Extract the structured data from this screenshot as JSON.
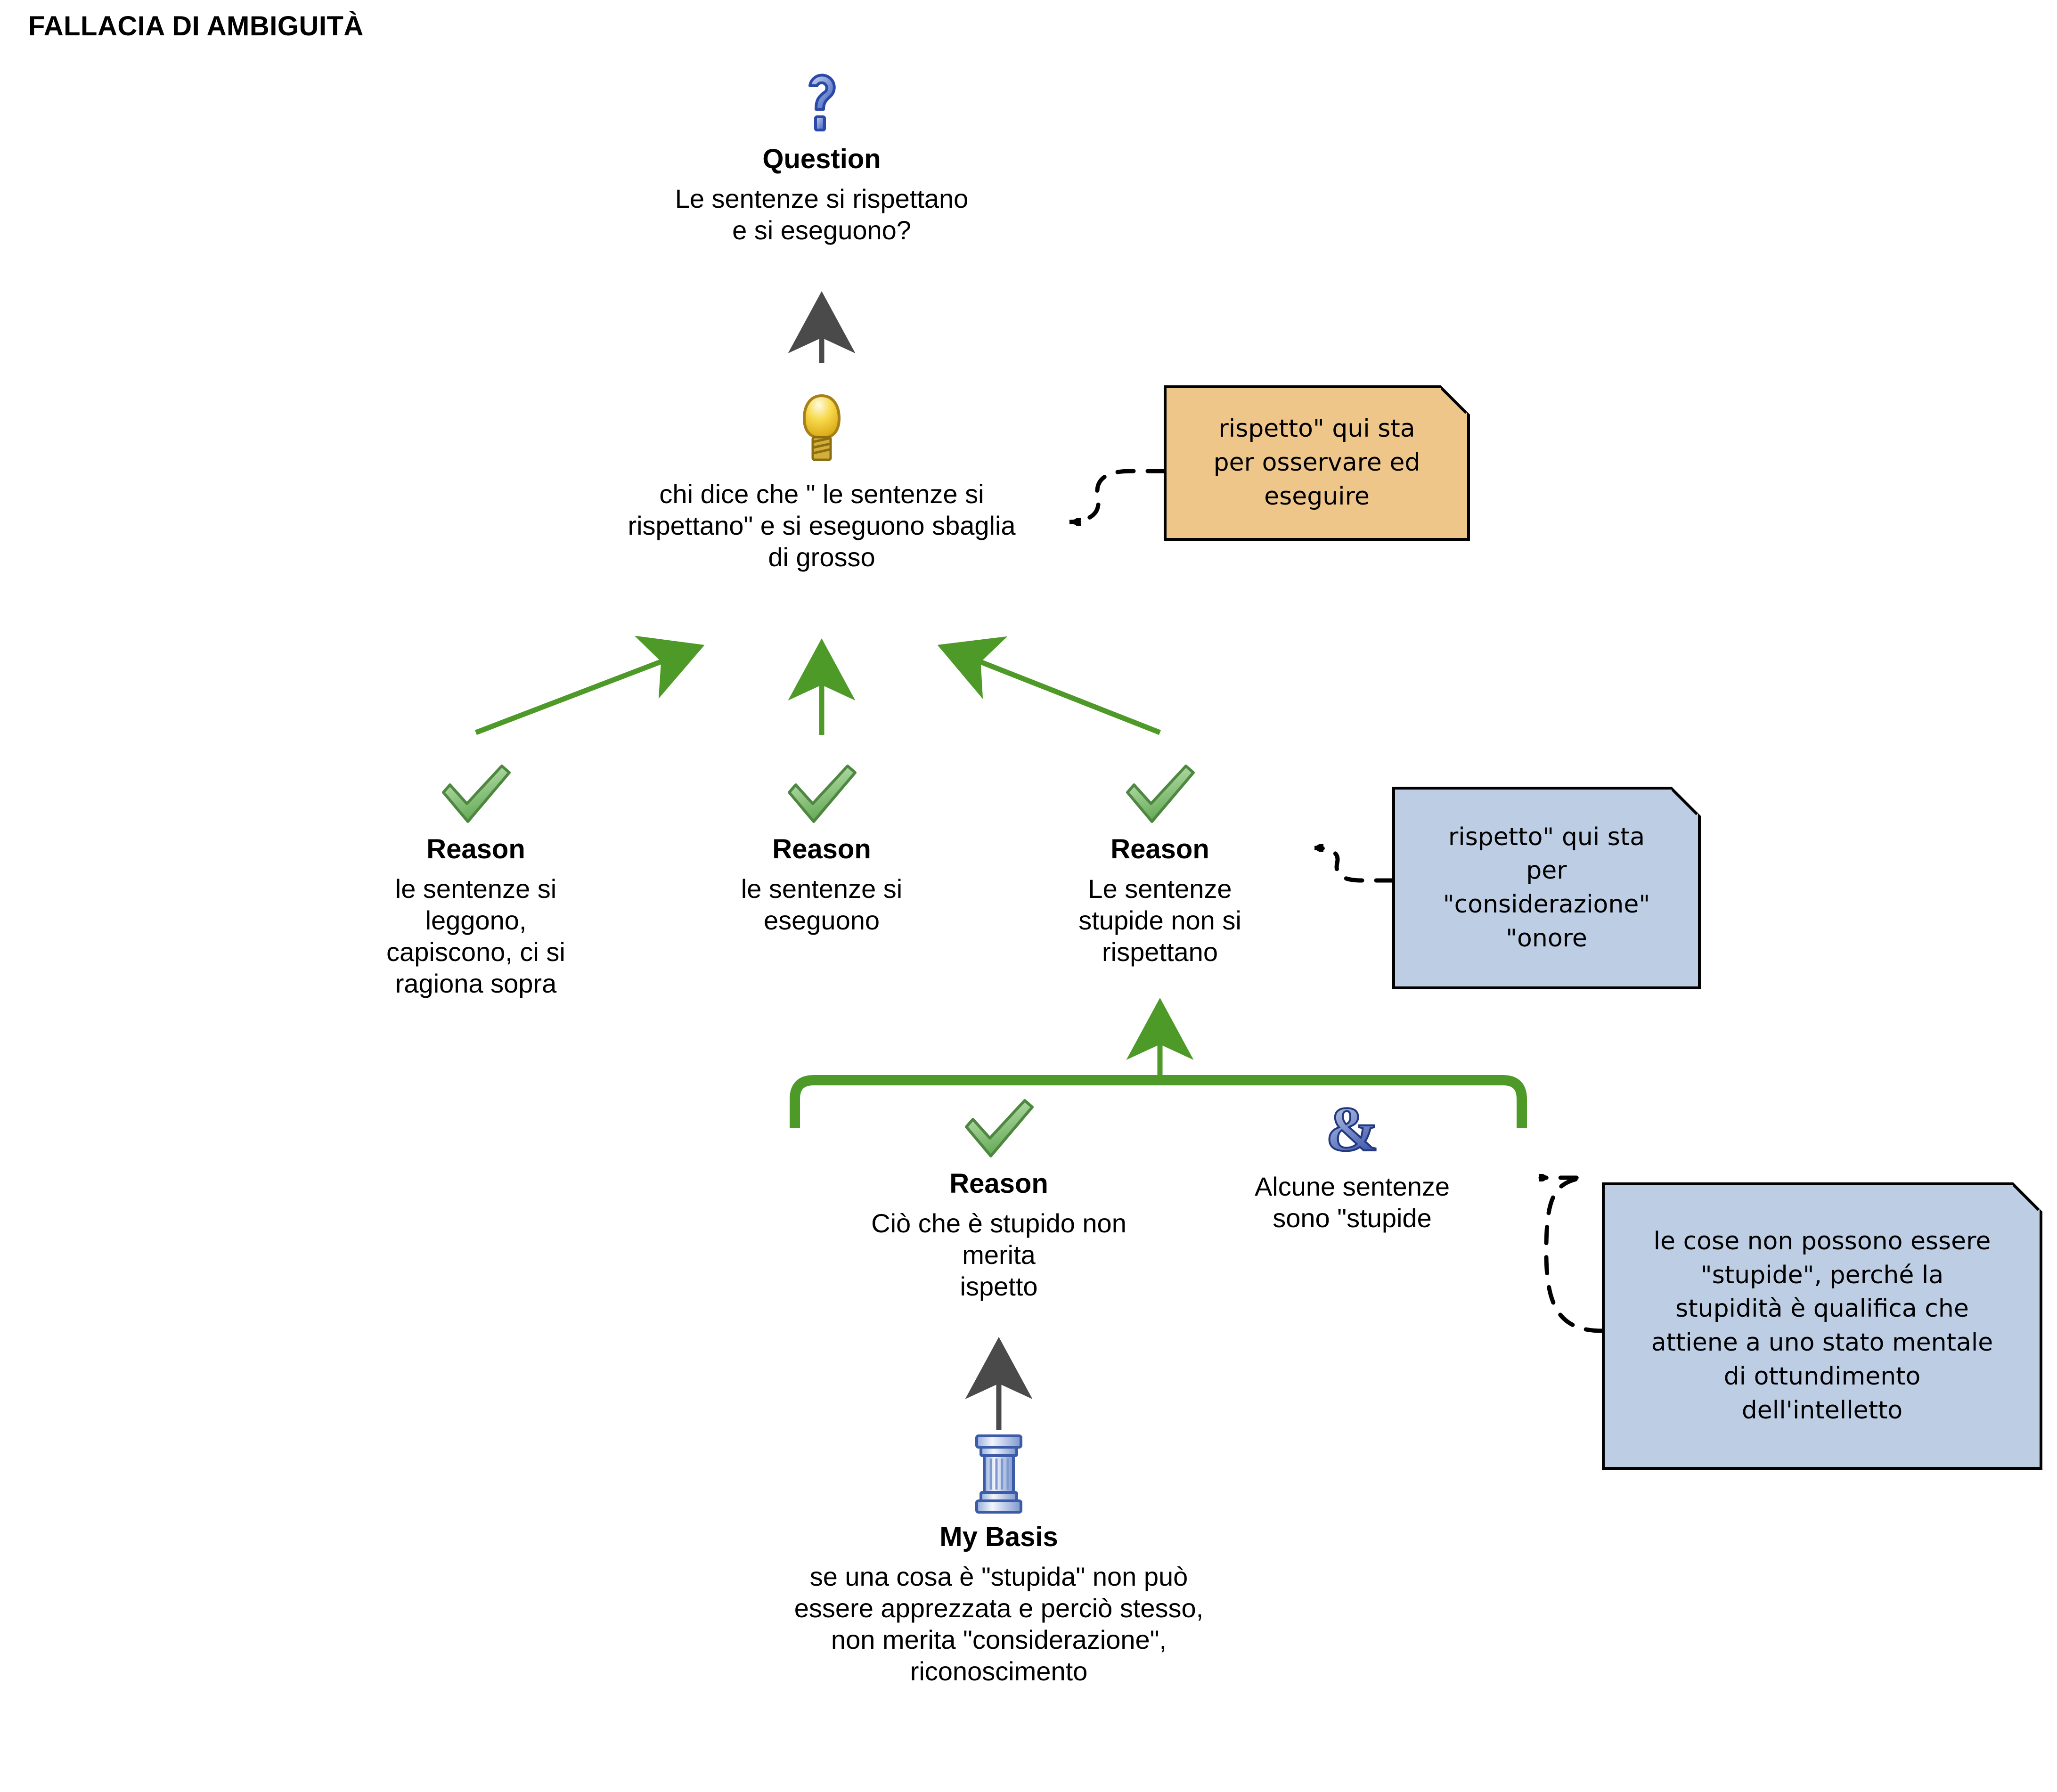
{
  "title": "FALLACIA DI AMBIGUITÀ",
  "colors": {
    "green": "#4E9A28",
    "gray_arrow": "#4A4A4A",
    "note_orange": "#EEC68A",
    "note_blue": "#BDCDE4",
    "icon_blue": "#3A5BBF",
    "check_green": "#79BE6B",
    "bulb_yellow": "#F2CA30"
  },
  "nodes": {
    "question": {
      "icon": "question-mark-icon",
      "type_label": "Question",
      "text": "Le sentenze si rispettano\ne si eseguono?"
    },
    "claim": {
      "icon": "lightbulb-icon",
      "type_label": "",
      "text": "chi dice che \" le sentenze si\nrispettano\" e si eseguono sbaglia\ndi grosso"
    },
    "reason1": {
      "icon": "green-check-icon",
      "type_label": "Reason",
      "text": "le sentenze si\nleggono,\ncapiscono, ci si\nragiona sopra"
    },
    "reason2": {
      "icon": "green-check-icon",
      "type_label": "Reason",
      "text": "le sentenze si\neseguono"
    },
    "reason3": {
      "icon": "green-check-icon",
      "type_label": "Reason",
      "text": "Le sentenze\nstupide non si\nrispettano"
    },
    "reason4": {
      "icon": "green-check-icon",
      "type_label": "Reason",
      "text": "Ciò che è stupido non\nmerita\nispetto"
    },
    "copremise": {
      "icon": "ampersand-icon",
      "type_label": "",
      "text": "Alcune sentenze\nsono \"stupide"
    },
    "basis": {
      "icon": "pillar-icon",
      "type_label": "My Basis",
      "text": "se una cosa è \"stupida\" non può\nessere apprezzata e perciò stesso,\nnon merita \"considerazione\",\nriconoscimento"
    }
  },
  "notes": {
    "note_orange": {
      "color": "#EEC68A",
      "text": "rispetto\" qui sta\nper osservare ed\neseguire"
    },
    "note_blue_small": {
      "color": "#BDCDE4",
      "text": "rispetto\" qui sta\nper\n\"considerazione\"\n\"onore"
    },
    "note_blue_large": {
      "color": "#BDCDE4",
      "text": "le cose non possono essere\n\"stupide\", perché la\nstupidità è qualifica che\nattiene a uno stato mentale\ndi ottundimento\ndell'intelletto"
    }
  }
}
